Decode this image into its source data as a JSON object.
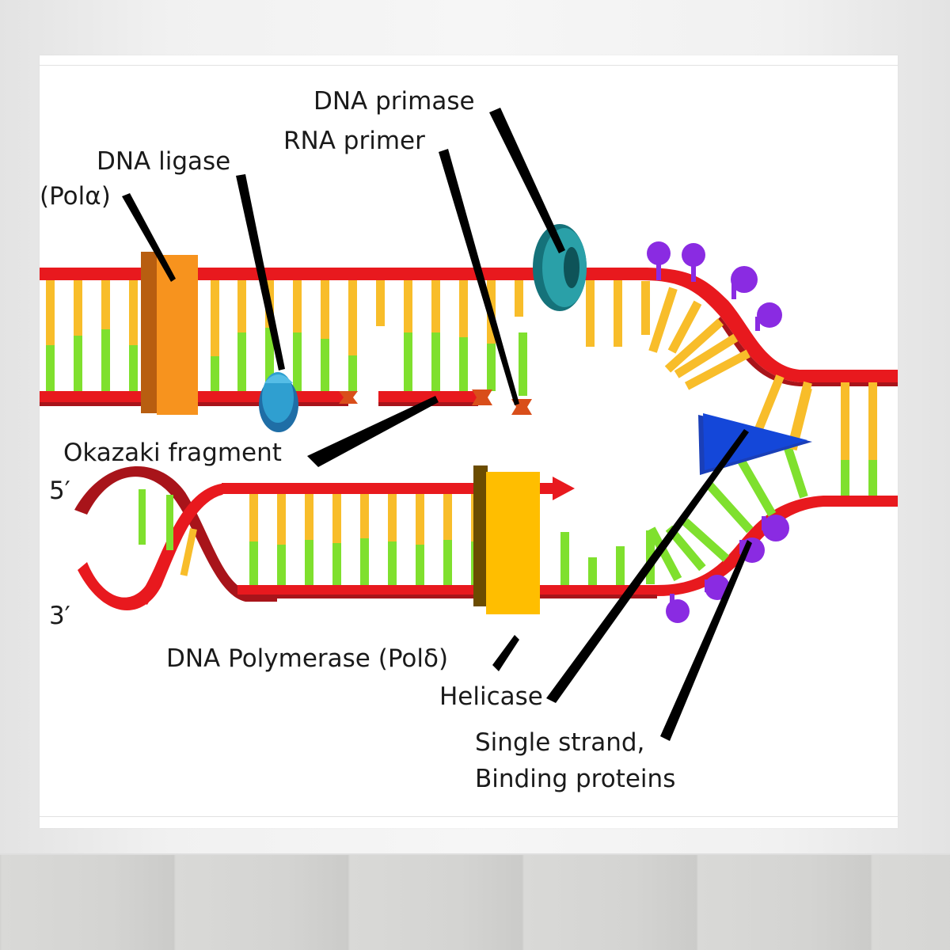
{
  "labels": {
    "dna_primase": "DNA primase",
    "rna_primer": "RNA primer",
    "dna_ligase": "DNA ligase",
    "pol_alpha": "(Polα)",
    "okazaki_fragment": "Okazaki fragment",
    "five_prime": "5′",
    "three_prime": "3′",
    "dna_polymerase": "DNA Polymerase (Polδ)",
    "helicase": "Helicase",
    "ssb_line1": "Single strand,",
    "ssb_line2": "Binding proteins"
  },
  "colors": {
    "backbone": "#e8191e",
    "backbone_dark": "#a8141a",
    "base_orange": "#f8bd2a",
    "base_green": "#7fe02e",
    "ligase": "#2f9fd0",
    "primase": "#2aa0a8",
    "primer": "#d94e1a",
    "pol_alpha": "#f7931e",
    "pol_delta": "#ffbe00",
    "helicase": "#1447d9",
    "ssb": "#8a2be2",
    "pointer": "#000000"
  }
}
